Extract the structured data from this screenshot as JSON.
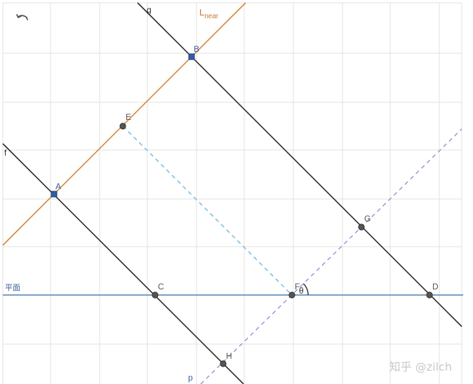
{
  "toolbar": {
    "undo_icon": "undo-arrow-icon"
  },
  "labels": {
    "g": "g",
    "f": "f",
    "p": "p",
    "l_near": "L",
    "l_near_sub": "near",
    "plane": "平面",
    "theta": "θ",
    "A": "A",
    "B": "B",
    "C": "C",
    "D": "D",
    "E": "E",
    "F": "F",
    "G": "G",
    "H": "H"
  },
  "watermark": "知乎 @zilch",
  "colors": {
    "grid": "#e0e0e0",
    "black_line": "#2b2b2b",
    "orange_line": "#d08a3a",
    "plane_line": "#4f7fad",
    "dashed_blue": "#6fb6df",
    "dashed_purple": "#9a8fd0",
    "point_blue": "#2f5ea8",
    "point_gray": "#555555",
    "label_blue": "#3a5fa0",
    "label_orange": "#c77a2e"
  }
}
